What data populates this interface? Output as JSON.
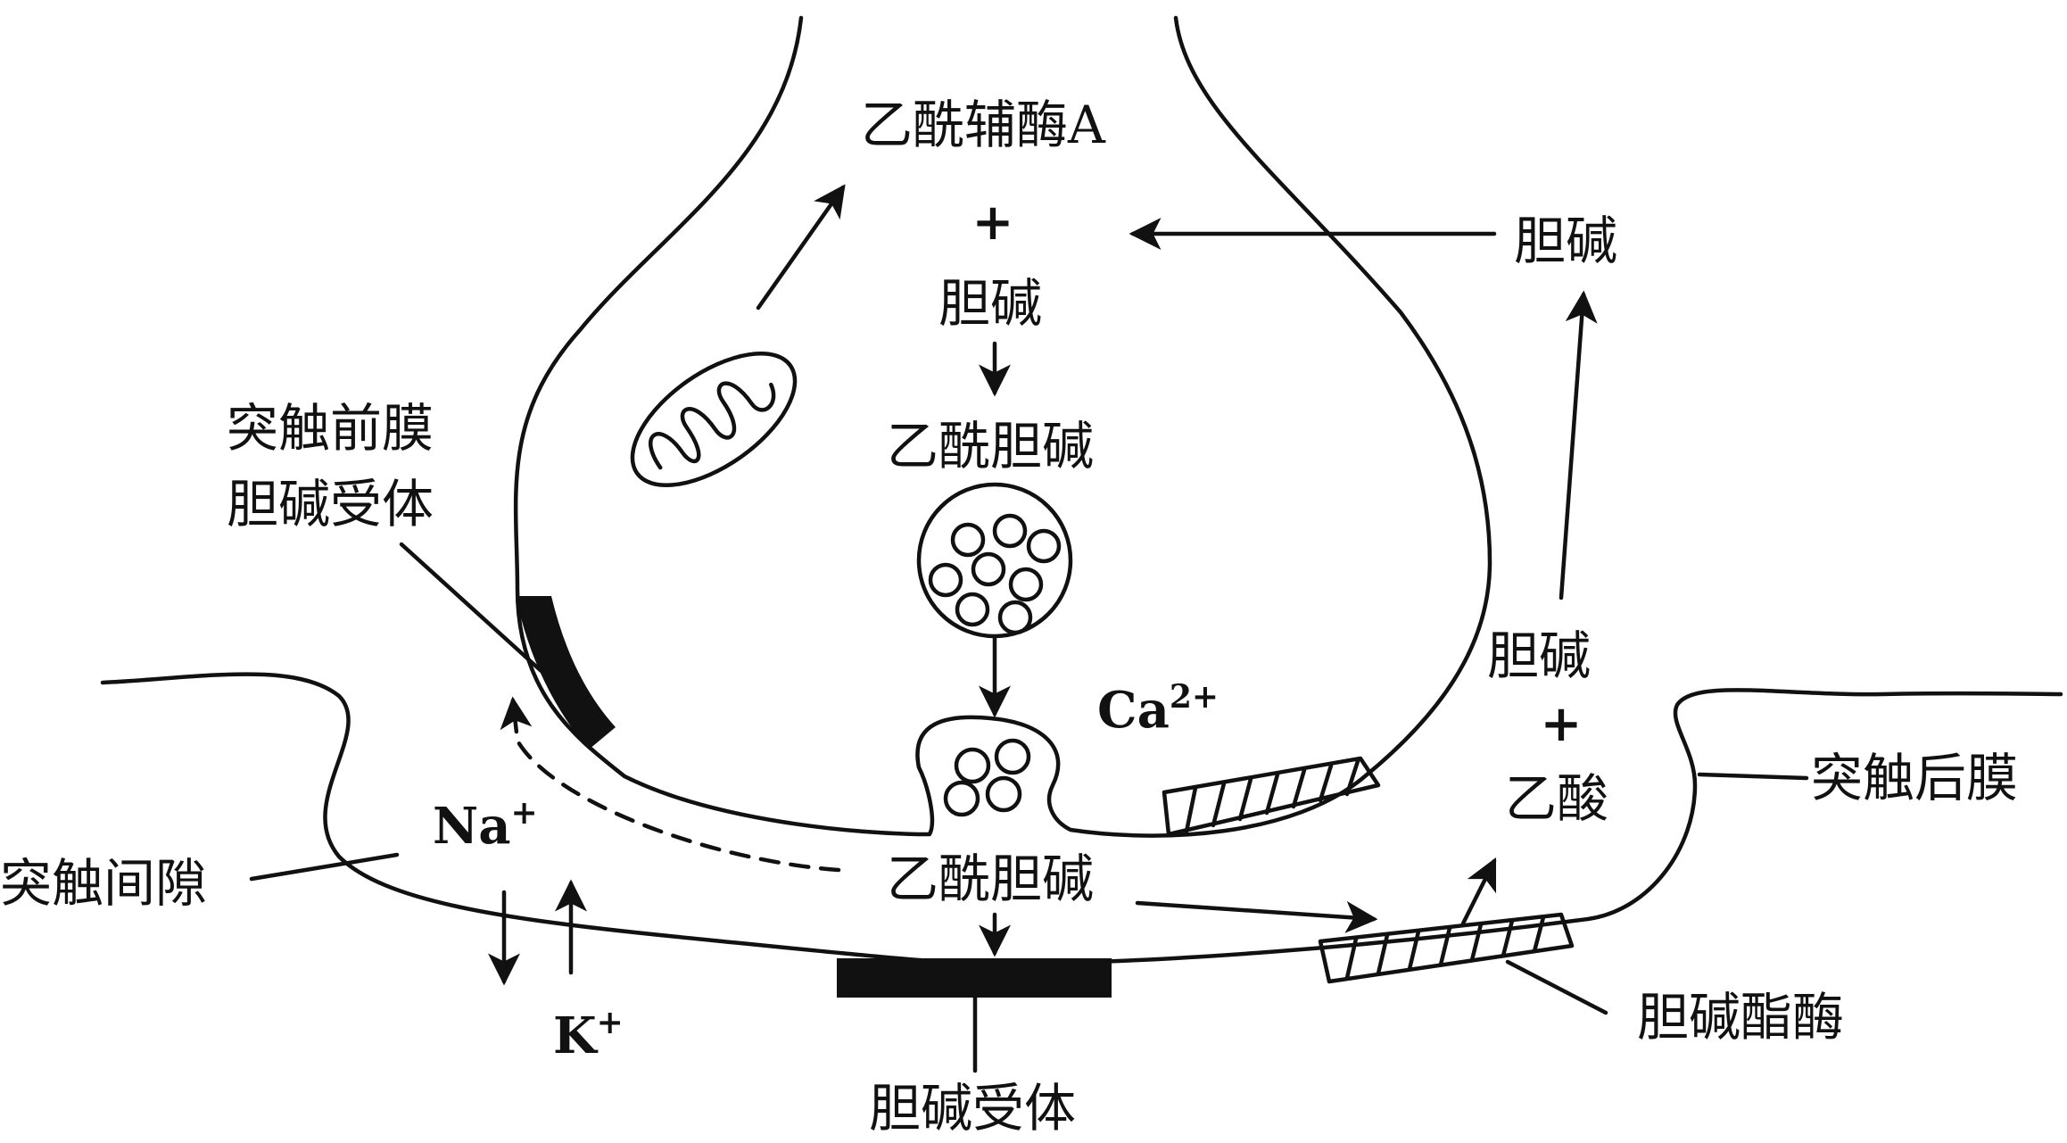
{
  "labels": {
    "acetyl_coa": "乙酰辅酶A",
    "plus_top": "+",
    "choline_mid": "胆碱",
    "acetylcholine_synth": "乙酰胆碱",
    "choline_right_top": "胆碱",
    "presyn_receptor_line1": "突触前膜",
    "presyn_receptor_line2": "胆碱受体",
    "calcium": "Ca",
    "calcium_charge": "2+",
    "choline_right": "胆碱",
    "plus_right": "+",
    "acetic_acid": "乙酸",
    "postsynaptic_membrane": "突触后膜",
    "sodium": "Na",
    "sodium_charge": "+",
    "synaptic_cleft": "突触间隙",
    "acetylcholine_cleft": "乙酰胆碱",
    "potassium": "K",
    "potassium_charge": "+",
    "cholinesterase": "胆碱酯酶",
    "choline_receptor": "胆碱受体"
  },
  "colors": {
    "ink": "#111111",
    "background": "#ffffff"
  }
}
